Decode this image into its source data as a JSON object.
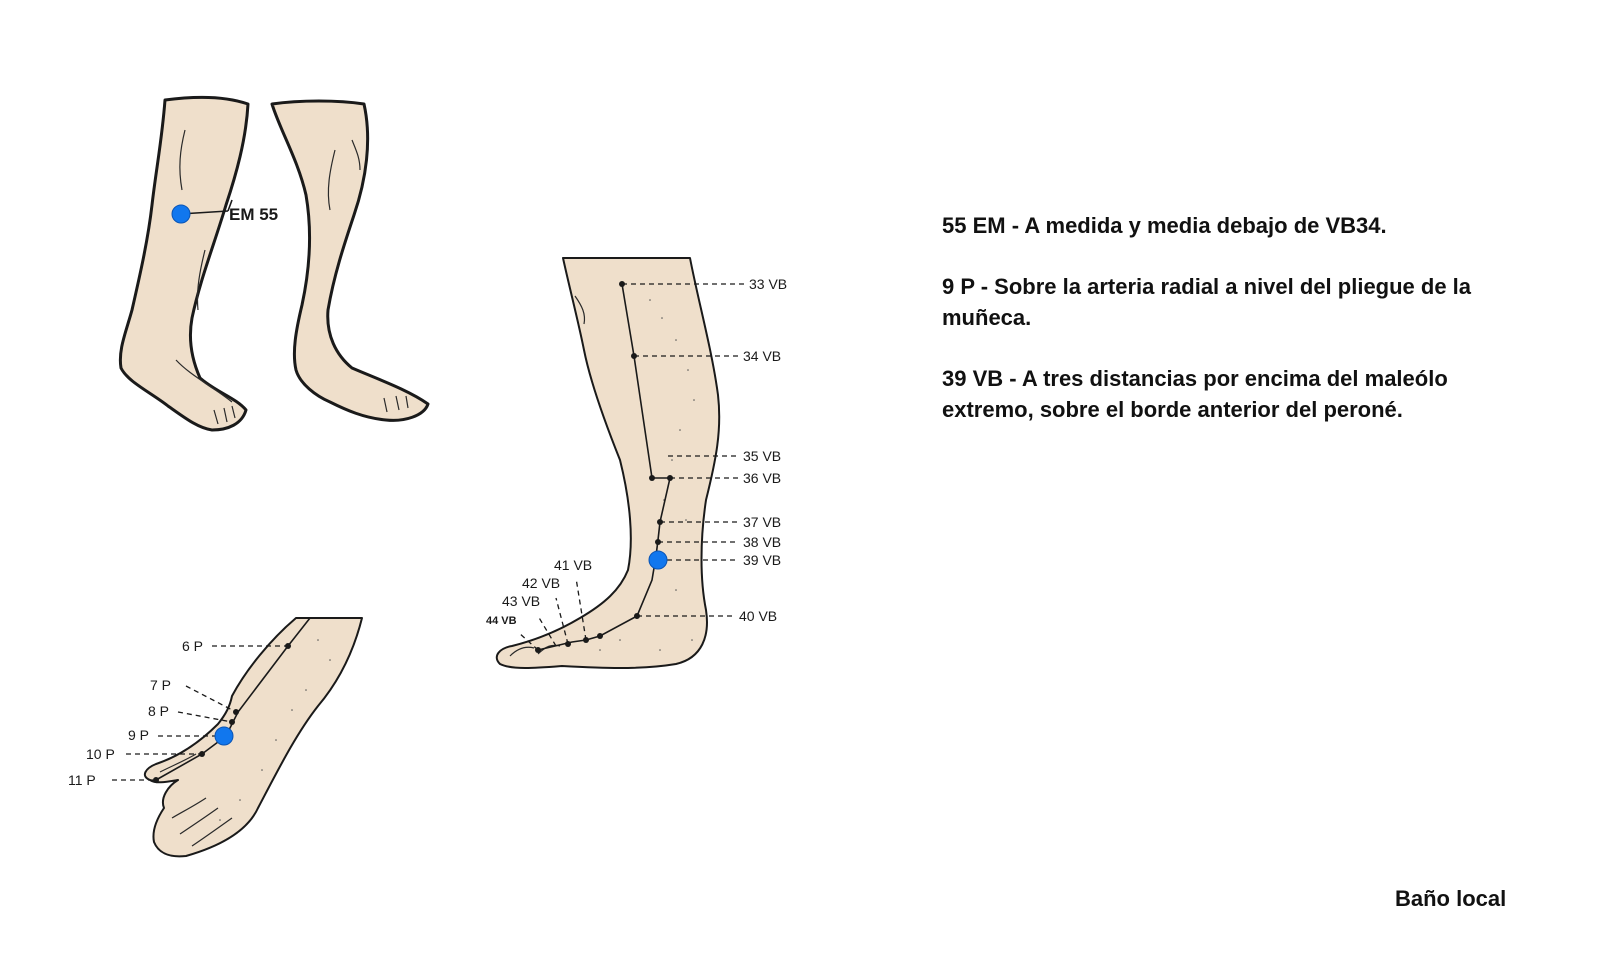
{
  "notes": [
    "55 EM - A medida y media debajo de VB34.",
    "9 P - Sobre la arteria radial a nivel del pliegue de la muñeca.",
    "39 VB - A tres distancias por encima del maleólo extremo, sobre el borde anterior del peroné."
  ],
  "footer": "Baño local",
  "legs_label": "EM 55",
  "leg_labels": {
    "p33": "33 VB",
    "p34": "34 VB",
    "p35": "35 VB",
    "p36": "36 VB",
    "p37": "37 VB",
    "p38": "38 VB",
    "p39": "39 VB",
    "p40": "40 VB",
    "p41": "41 VB",
    "p42": "42 VB",
    "p43": "43 VB",
    "p44": "44 VB"
  },
  "arm_labels": {
    "p6": "6 P",
    "p7": "7 P",
    "p8": "8 P",
    "p9": "9 P",
    "p10": "10 P",
    "p11": "11 P"
  },
  "colors": {
    "highlight": "#1177ee",
    "skin": "#efdfcb"
  }
}
